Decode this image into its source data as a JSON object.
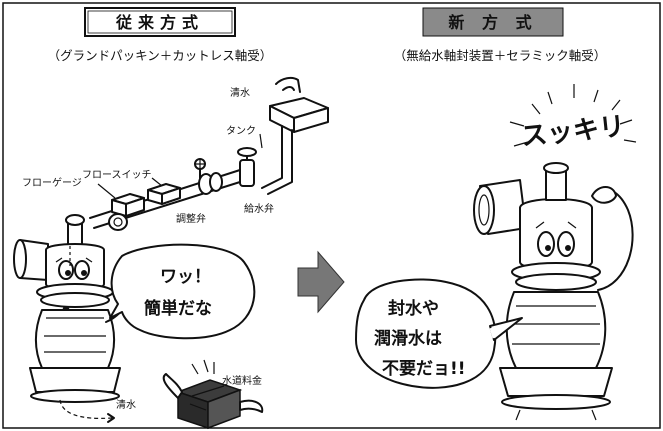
{
  "left": {
    "header": "従来方式",
    "subtitle": "（グランドパッキン＋カットレス軸受）",
    "labels": {
      "clear_water_top": "清水",
      "tank": "タンク",
      "flow_switch": "フロースイッチ",
      "flow_gauge": "フローゲージ",
      "adjust_valve": "調整弁",
      "supply_valve": "給水弁",
      "water_fee": "水道料金",
      "clear_water_bottom": "清水"
    },
    "bubble": [
      "ワッ！",
      "簡単だな"
    ]
  },
  "right": {
    "header": "新 方 式",
    "subtitle": "（無給水軸封装置＋セラミック軸受）",
    "exclaim": "スッキリ",
    "bubble": [
      "封水や",
      "潤滑水は",
      "不要だョ!!"
    ]
  },
  "colors": {
    "ink": "#111111",
    "header_new_bg": "#8a8a8a",
    "arrow": "#777777"
  }
}
